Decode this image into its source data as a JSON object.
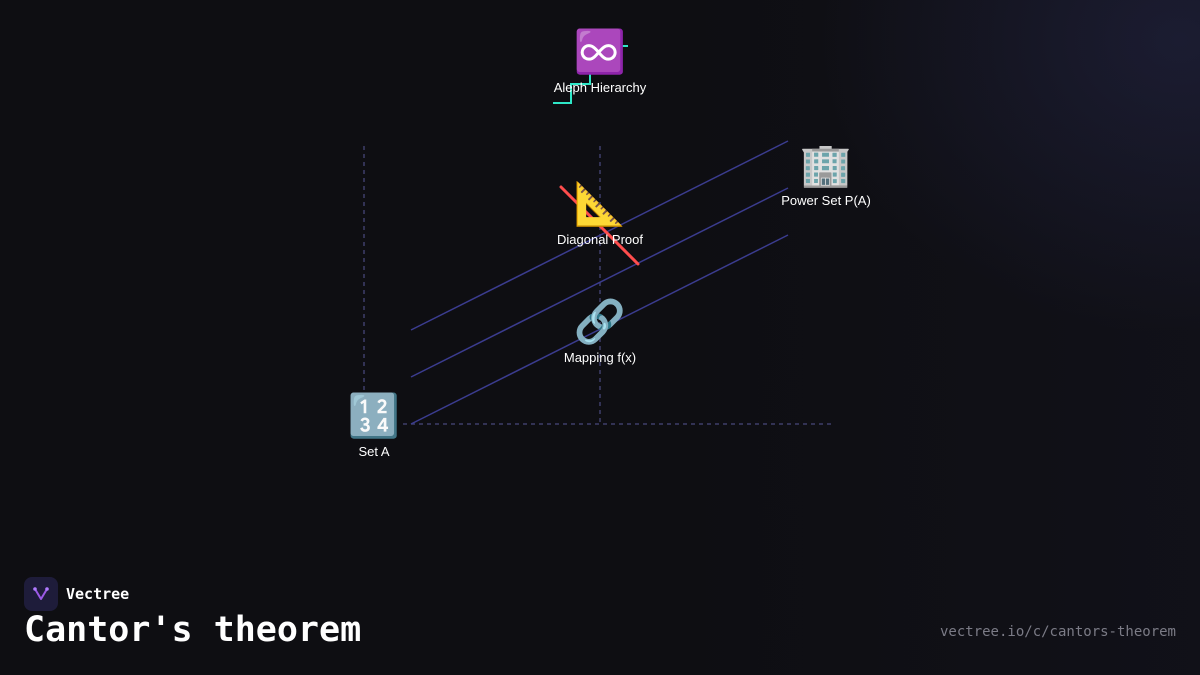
{
  "diagram": {
    "nodes": {
      "aleph": {
        "icon": "♾️",
        "icon_name": "infinity-icon",
        "label": "Aleph Hierarchy"
      },
      "powerset": {
        "icon": "🏢",
        "icon_name": "office-building-icon",
        "label": "Power Set P(A)"
      },
      "diagonal": {
        "icon": "📐",
        "icon_name": "triangular-ruler-icon",
        "label": "Diagonal Proof"
      },
      "mapping": {
        "icon": "🔗",
        "icon_name": "link-icon",
        "label": "Mapping f(x)"
      },
      "seta": {
        "icon": "🔢",
        "icon_name": "input-numbers-icon",
        "label": "Set A"
      }
    },
    "colors": {
      "parallel_lines": "#3b3c8f",
      "guide_dashes": "#3f3f6a",
      "diagonal_slash": "#ff4d4d",
      "staircase": "#2ee6c7"
    }
  },
  "footer": {
    "brand_name": "Vectree",
    "brand_icon": "vectree-logo-icon",
    "title": "Cantor's theorem",
    "url": "vectree.io/c/cantors-theorem"
  }
}
